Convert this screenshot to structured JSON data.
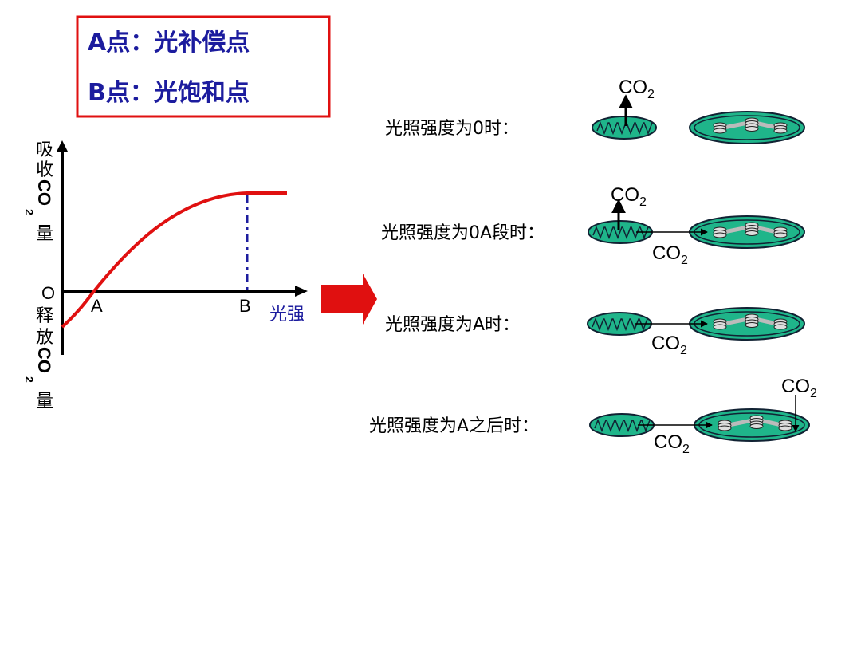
{
  "definitions": {
    "line_a": "A点：光补偿点",
    "line_b": "B点：光饱和点"
  },
  "graph": {
    "y_label_top": [
      "吸",
      "收",
      "CO",
      "2",
      "量"
    ],
    "y_label_bottom": [
      "释",
      "放",
      "CO",
      "2",
      "量"
    ],
    "origin": "O",
    "point_a": "A",
    "point_b": "B",
    "x_label": "光强"
  },
  "co2": {
    "main": "CO",
    "sub": "2"
  },
  "rows": [
    {
      "label": "光照强度为0时："
    },
    {
      "label": "光照强度为0A段时："
    },
    {
      "label": "光照强度为A时："
    },
    {
      "label": "光照强度为A之后时："
    }
  ],
  "colors": {
    "red": "#e01010",
    "blue": "#1c1c9e",
    "organelle": "#1fb58a"
  }
}
